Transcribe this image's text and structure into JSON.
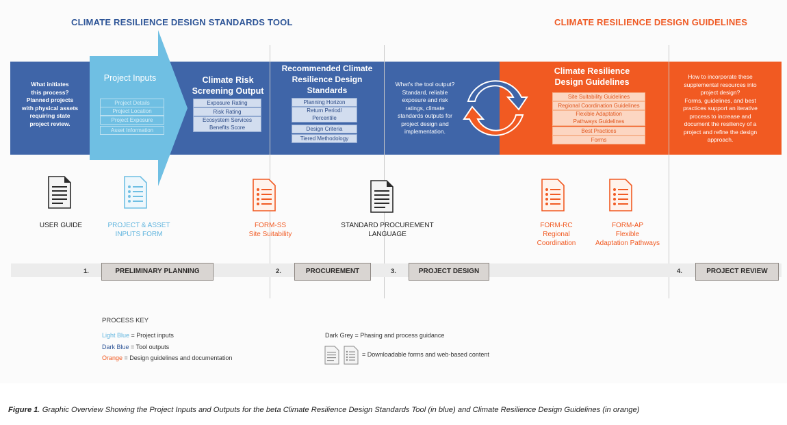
{
  "headers": {
    "tool": "CLIMATE RESILIENCE DESIGN STANDARDS TOOL",
    "guidelines": "CLIMATE RESILIENCE DESIGN GUIDELINES"
  },
  "colors": {
    "dark_blue": "#3f65a8",
    "light_blue": "#6fbfe3",
    "orange": "#f15a22",
    "header_blue": "#2e5597",
    "header_orange": "#ef5a24"
  },
  "intro": {
    "text": "What initiates\nthis process?\nPlanned projects\nwith physical assets\nrequiring state\nproject review."
  },
  "project_inputs": {
    "title": "Project Inputs",
    "items": [
      "Project Details",
      "Project Location",
      "Project Exposure",
      "Asset Information"
    ]
  },
  "screening": {
    "title": "Climate Risk\nScreening Output",
    "items": [
      "Exposure Rating",
      "Risk Rating",
      "Ecosystem Services\nBenefits Score"
    ]
  },
  "recommended": {
    "title": "Recommended Climate\nResilience Design Standards\nOutput",
    "items": [
      "Planning Horizon",
      "Return Period/\nPercentile",
      "Design Criteria",
      "Tiered Methodology"
    ]
  },
  "tool_output": {
    "text": "What's the tool output?\nStandard, reliable\nexposure and risk\nratings, climate\nstandards outputs for\nproject design and\nimplementation."
  },
  "guidelines_box": {
    "title": "Climate Resilience\nDesign Guidelines",
    "items": [
      "Site Suitability Guidelines",
      "Regional Coordination Guidelines",
      "Flexible Adaptation\nPathways Guidelines",
      "Best Practices",
      "Forms"
    ]
  },
  "incorporate": {
    "text": "How to incorporate these\nsupplemental resources into\nproject design?\nForms, guidelines, and best\npractices support an iterative\nprocess to increase and\ndocument the resiliency of a\nproject and refine the design\napproach."
  },
  "documents": [
    {
      "label": "USER GUIDE",
      "icon": "document-icon"
    },
    {
      "label": "PROJECT & ASSET\nINPUTS FORM",
      "icon": "form-icon"
    },
    {
      "label": "FORM-SS\nSite Suitability",
      "icon": "form-icon"
    },
    {
      "label": "STANDARD PROCUREMENT\nLANGUAGE",
      "icon": "document-icon"
    },
    {
      "label": "FORM-RC\nRegional\nCoordination",
      "icon": "form-icon"
    },
    {
      "label": "FORM-AP\nFlexible\nAdaptation Pathways",
      "icon": "form-icon"
    }
  ],
  "steps": [
    {
      "num": "1.",
      "label": "PRELIMINARY PLANNING"
    },
    {
      "num": "2.",
      "label": "PROCUREMENT"
    },
    {
      "num": "3.",
      "label": "PROJECT DESIGN"
    },
    {
      "num": "4.",
      "label": "PROJECT REVIEW"
    }
  ],
  "key": {
    "title": "PROCESS KEY",
    "light_blue_term": "Light Blue",
    "light_blue_desc": " = Project inputs",
    "dark_blue_term": "Dark Blue",
    "dark_blue_desc": " = Tool outputs",
    "orange_term": "Orange",
    "orange_desc": " = Design guidelines and documentation",
    "dark_grey": "Dark Grey = Phasing and process guidance",
    "downloadable": "= Downloadable forms and web-based content"
  },
  "caption": {
    "fig": "Figure 1",
    "text": ". Graphic Overview Showing the Project Inputs and Outputs for the beta Climate Resilience Design Standards Tool (in blue) and Climate Resilience Design Guidelines (in orange)"
  }
}
